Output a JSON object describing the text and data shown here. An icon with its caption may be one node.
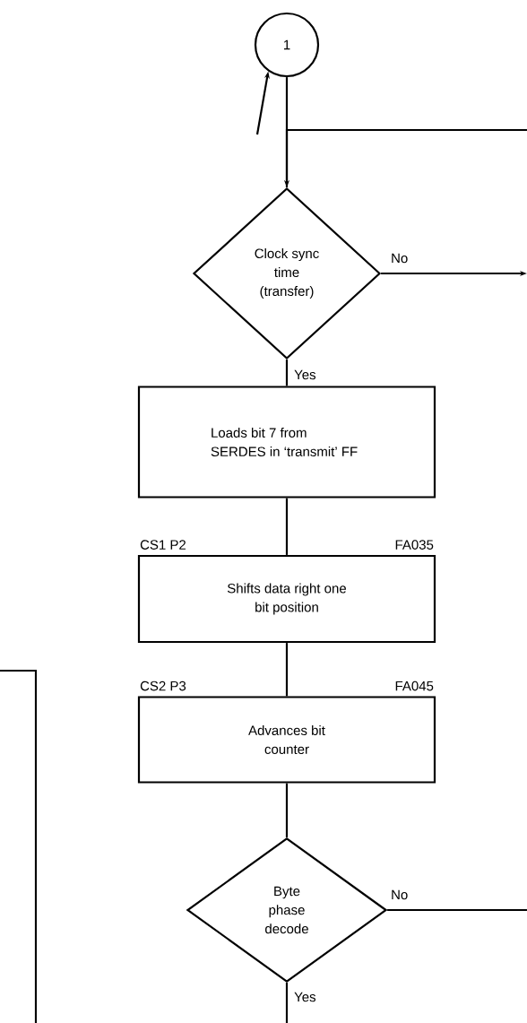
{
  "diagram": {
    "nodes": [
      {
        "text": [
          "1"
        ]
      },
      {
        "text": [
          "Clock sync time (transfer)"
        ]
      },
      {
        "text": [
          "Loads bit 7 from SERDES in ‘transmit’ FF"
        ]
      },
      {
        "text": [
          "Shifts data right one bit position"
        ],
        "beside": [
          "CS1 P2",
          "FA035"
        ]
      },
      {
        "text": [
          "Advances bit counter"
        ],
        "beside": [
          "CS2 P3",
          "FA045"
        ]
      },
      {
        "text": [
          "Byte phase decode"
        ]
      }
    ],
    "edges": [
      {
        "from": null,
        "to": 0,
        "arrow": "to"
      },
      {
        "from": 0,
        "to": 1,
        "arrow": "none"
      },
      {
        "from": null,
        "to": 1,
        "arrow": "to"
      },
      {
        "from": 1,
        "to": null,
        "arrow": "to",
        "label": "No"
      },
      {
        "from": 1,
        "to": 2,
        "arrow": "none",
        "label": "Yes"
      },
      {
        "from": 2,
        "to": 3,
        "arrow": "none"
      },
      {
        "from": 3,
        "to": 4,
        "arrow": "none"
      },
      {
        "from": 4,
        "to": 5,
        "arrow": "none"
      },
      {
        "from": 5,
        "to": null,
        "arrow": "none",
        "label": "No"
      },
      {
        "from": 5,
        "to": null,
        "arrow": "none",
        "label": "Yes"
      }
    ]
  }
}
